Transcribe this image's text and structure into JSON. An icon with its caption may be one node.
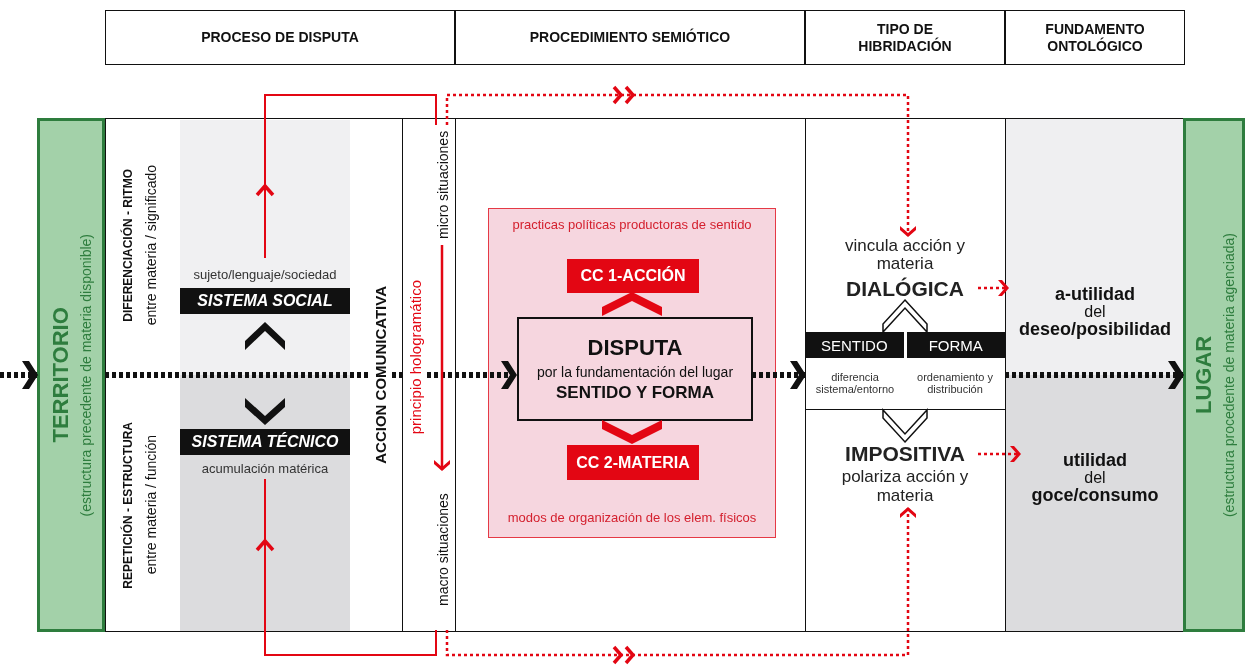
{
  "diagram": {
    "nodes": [
      {
        "text": [
          "PROCESO DE DISPUTA"
        ]
      },
      {
        "text": [
          "PROCEDIMIENTO SEMIÓTICO"
        ]
      },
      {
        "text": [
          "TIPO DE HIBRIDACIÓN"
        ]
      },
      {
        "text": [
          "FUNDAMENTO ONTOLÓGICO"
        ]
      },
      {
        "text": [
          "TERRITORIO",
          "(estructura precedente de materia disponible)"
        ]
      },
      {
        "text": [
          "sujeto/lenguaje/sociedad",
          "SISTEMA SOCIAL"
        ]
      },
      {
        "text": [
          "SISTEMA TÉCNICO",
          "acumulación matérica"
        ]
      },
      {
        "text": [
          "micro situaciones"
        ]
      },
      {
        "text": [
          "macro situaciones"
        ]
      },
      {
        "text": [
          "practicas políticas productoras de sentido",
          "modos de organización de los elem. físicos"
        ]
      },
      {
        "text": [
          "CC 1-ACCIÓN"
        ],
        "in": 9
      },
      {
        "text": [
          "DISPUTA",
          "por la fundamentación del lugar",
          "SENTIDO Y FORMA"
        ],
        "in": 9
      },
      {
        "text": [
          "CC 2-MATERIA"
        ],
        "in": 9
      },
      {
        "text": [
          "vincula acción y materia",
          "DIALÓGICA"
        ]
      },
      {
        "text": [
          "SENTIDO",
          "FORMA",
          "diferencia sistema/entorno",
          "ordenamiento y distribución"
        ]
      },
      {
        "text": [
          "IMPOSITIVA",
          "polariza acción y materia"
        ]
      },
      {
        "text": [
          "a-utilidad",
          "del",
          "deseo/posibilidad"
        ]
      },
      {
        "text": [
          "utilidad",
          "del",
          "goce/consumo"
        ]
      },
      {
        "text": [
          "LUGAR",
          "(estructura procedente de materia agenciada)"
        ]
      }
    ],
    "edges": [
      {
        "from": null,
        "to": 4,
        "arrow": "to",
        "style": "dashed",
        "color": "#111111"
      },
      {
        "from": 4,
        "to": 11,
        "arrow": "to",
        "style": "dashed",
        "color": "#111111"
      },
      {
        "from": 11,
        "to": 14,
        "arrow": "to",
        "style": "dashed",
        "color": "#111111"
      },
      {
        "from": 14,
        "to": 18,
        "arrow": "to",
        "style": "dashed",
        "color": "#111111"
      },
      {
        "from": null,
        "to": 5,
        "arrow": "to",
        "color": "#111111"
      },
      {
        "from": null,
        "to": 6,
        "arrow": "to",
        "color": "#111111"
      },
      {
        "from": 11,
        "to": 10,
        "arrow": "to",
        "color": "#e30613"
      },
      {
        "from": 11,
        "to": 12,
        "arrow": "to",
        "color": "#e30613"
      },
      {
        "from": 14,
        "to": 13,
        "arrow": "to",
        "color": "#111111"
      },
      {
        "from": 14,
        "to": 15,
        "arrow": "to",
        "color": "#111111"
      },
      {
        "from": 5,
        "to": 7,
        "arrow": "to",
        "color": "#e30613"
      },
      {
        "from": 8,
        "to": 6,
        "arrow": "to",
        "color": "#e30613"
      },
      {
        "from": 7,
        "to": 8,
        "arrow": "to",
        "label": "principio hologramático",
        "color": "#e30613"
      },
      {
        "from": 7,
        "to": 13,
        "arrow": "to",
        "style": "dashed",
        "color": "#e30613"
      },
      {
        "from": 8,
        "to": 15,
        "arrow": "to",
        "style": "dashed",
        "color": "#e30613"
      },
      {
        "from": 13,
        "to": 16,
        "arrow": "to",
        "style": "dashed",
        "color": "#e30613"
      },
      {
        "from": 15,
        "to": 17,
        "arrow": "to",
        "style": "dashed",
        "color": "#e30613"
      }
    ],
    "labels": [
      "DIFERENCIACIÓN - RITMO",
      "entre materia / significado",
      "REPETICIÓN - ESTRUCTURA",
      "entre materia / función",
      "ACCION COMUNICATIVA"
    ]
  }
}
